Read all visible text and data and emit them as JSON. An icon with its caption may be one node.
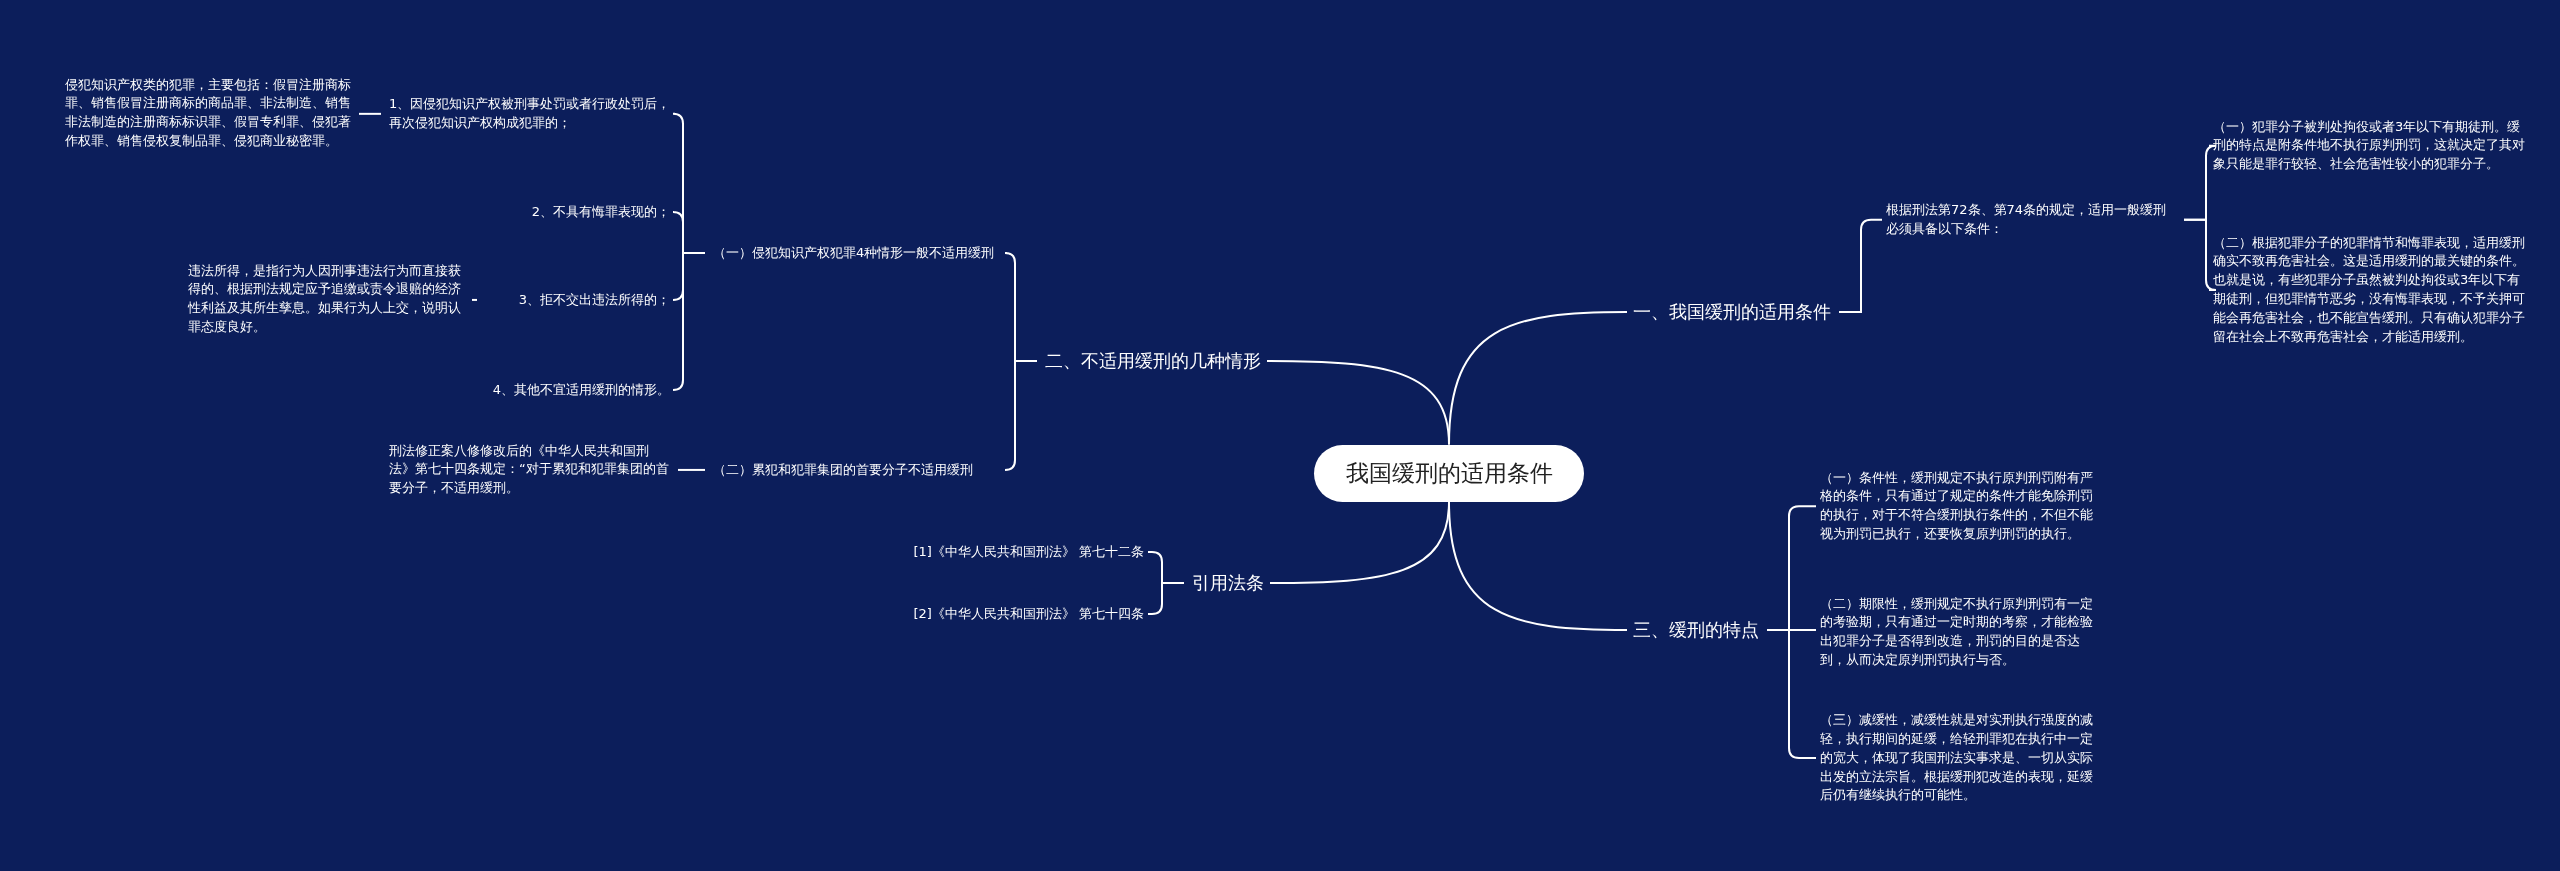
{
  "diagram": {
    "nodes": [
      {
        "text": [
          "我国缓刑的适用条件"
        ]
      },
      {
        "text": [
          "一、我国缓刑的适用条件"
        ]
      },
      {
        "text": [
          "根据刑法第72条、第74条的规定，适用一般缓刑必须具备以下条件："
        ]
      },
      {
        "text": [
          "（一）犯罪分子被判处拘役或者3年以下有期徒刑。缓刑的特点是附条件地不执行原判刑罚，这就决定了其对象只能是罪行较轻、社会危害性较小的犯罪分子。"
        ]
      },
      {
        "text": [
          "（二）根据犯罪分子的犯罪情节和悔罪表现，适用缓刑确实不致再危害社会。这是适用缓刑的最关键的条件。也就是说，有些犯罪分子虽然被判处拘役或3年以下有期徒刑，但犯罪情节恶劣，没有悔罪表现，不予关押可能会再危害社会，也不能宣告缓刑。只有确认犯罪分子留在社会上不致再危害社会，才能适用缓刑。"
        ]
      },
      {
        "text": [
          "二、不适用缓刑的几种情形"
        ]
      },
      {
        "text": [
          "（一）侵犯知识产权犯罪4种情形一般不适用缓刑"
        ]
      },
      {
        "text": [
          "1、因侵犯知识产权被刑事处罚或者行政处罚后，再次侵犯知识产权构成犯罪的；"
        ]
      },
      {
        "text": [
          "侵犯知识产权类的犯罪，主要包括：假冒注册商标罪、销售假冒注册商标的商品罪、非法制造、销售非法制造的注册商标标识罪、假冒专利罪、侵犯著作权罪、销售侵权复制品罪、侵犯商业秘密罪。"
        ]
      },
      {
        "text": [
          "2、不具有悔罪表现的；"
        ]
      },
      {
        "text": [
          "3、拒不交出违法所得的；"
        ]
      },
      {
        "text": [
          "违法所得，是指行为人因刑事违法行为而直接获得的、根据刑法规定应予追缴或责令退赔的经济性利益及其所生孳息。如果行为人上交，说明认罪态度良好。"
        ]
      },
      {
        "text": [
          "4、其他不宜适用缓刑的情形。"
        ]
      },
      {
        "text": [
          "（二）累犯和犯罪集团的首要分子不适用缓刑"
        ]
      },
      {
        "text": [
          "刑法修正案八修修改后的《中华人民共和国刑法》第七十四条规定：“对于累犯和犯罪集团的首要分子，不适用缓刑。"
        ]
      },
      {
        "text": [
          "引用法条"
        ]
      },
      {
        "text": [
          "[1]《中华人民共和国刑法》 第七十二条"
        ]
      },
      {
        "text": [
          "[2]《中华人民共和国刑法》 第七十四条"
        ]
      },
      {
        "text": [
          "三、缓刑的特点"
        ]
      },
      {
        "text": [
          "（一）条件性，缓刑规定不执行原判刑罚附有严格的条件，只有通过了规定的条件才能免除刑罚的执行，对于不符合缓刑执行条件的，不但不能视为刑罚已执行，还要恢复原判刑罚的执行。"
        ]
      },
      {
        "text": [
          "（二）期限性，缓刑规定不执行原判刑罚有一定的考验期，只有通过一定时期的考察，才能检验出犯罪分子是否得到改造，刑罚的目的是否达到，从而决定原判刑罚执行与否。"
        ]
      },
      {
        "text": [
          "（三）减缓性，减缓性就是对实刑执行强度的减轻，执行期间的延缓，给轻刑罪犯在执行中一定的宽大，体现了我国刑法实事求是、一切从实际出发的立法宗旨。根据缓刑犯改造的表现，延缓后仍有继续执行的可能性。"
        ]
      }
    ],
    "edges": [
      {
        "from": 0,
        "to": 1,
        "arrow": "none"
      },
      {
        "from": 1,
        "to": 2,
        "arrow": "none"
      },
      {
        "from": 2,
        "to": 3,
        "arrow": "none"
      },
      {
        "from": 2,
        "to": 4,
        "arrow": "none"
      },
      {
        "from": 0,
        "to": 5,
        "arrow": "none"
      },
      {
        "from": 5,
        "to": 6,
        "arrow": "none"
      },
      {
        "from": 6,
        "to": 7,
        "arrow": "none"
      },
      {
        "from": 7,
        "to": 8,
        "arrow": "none"
      },
      {
        "from": 6,
        "to": 9,
        "arrow": "none"
      },
      {
        "from": 6,
        "to": 10,
        "arrow": "none"
      },
      {
        "from": 10,
        "to": 11,
        "arrow": "none"
      },
      {
        "from": 6,
        "to": 12,
        "arrow": "none"
      },
      {
        "from": 5,
        "to": 13,
        "arrow": "none"
      },
      {
        "from": 13,
        "to": 14,
        "arrow": "none"
      },
      {
        "from": 0,
        "to": 15,
        "arrow": "none"
      },
      {
        "from": 15,
        "to": 16,
        "arrow": "none"
      },
      {
        "from": 15,
        "to": 17,
        "arrow": "none"
      },
      {
        "from": 0,
        "to": 18,
        "arrow": "none"
      },
      {
        "from": 18,
        "to": 19,
        "arrow": "none"
      },
      {
        "from": 18,
        "to": 20,
        "arrow": "none"
      },
      {
        "from": 18,
        "to": 21,
        "arrow": "none"
      }
    ]
  }
}
